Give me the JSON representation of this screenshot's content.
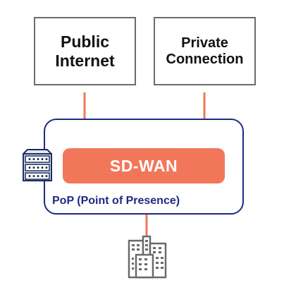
{
  "diagram": {
    "nodes": {
      "public_internet": "Public\nInternet",
      "private_connection": "Private\nConnection",
      "sdwan": "SD-WAN",
      "pop": "PoP (Point of Presence)"
    },
    "icons": {
      "server": "server-rack-icon",
      "building": "office-building-icon"
    },
    "colors": {
      "connector": "#f2775a",
      "sdwan_fill": "#f2775a",
      "pop_border": "#1f2a82",
      "box_border": "#6b6b6b",
      "icon_stroke": "#1f2a5a",
      "building": "#6a6a6a"
    }
  }
}
